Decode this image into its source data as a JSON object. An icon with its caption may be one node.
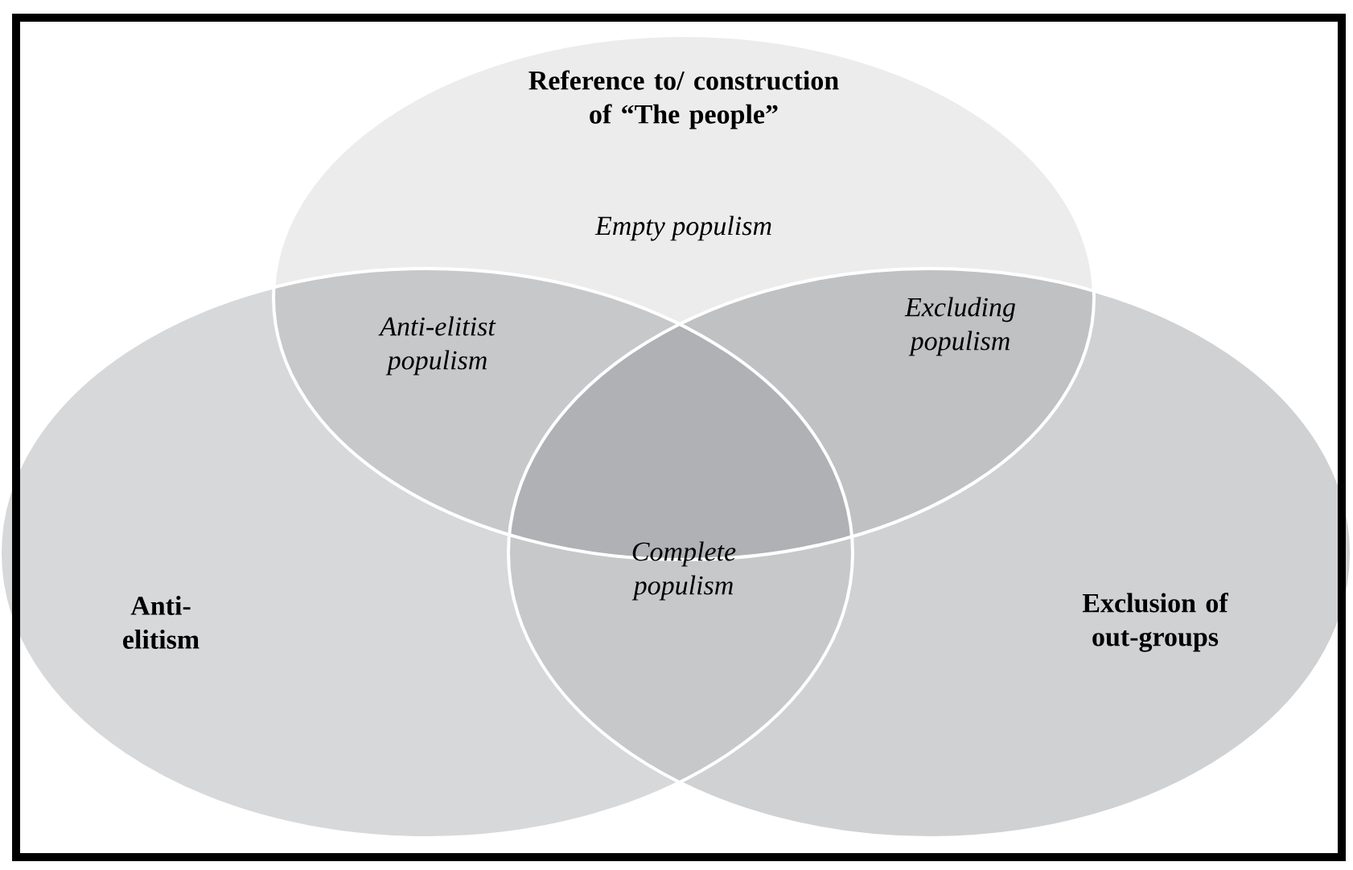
{
  "diagram": {
    "nodes": [
      {
        "text": [
          "Reference to/ construction of “The people”",
          "Empty populism"
        ]
      },
      {
        "text": [
          "Anti-elitism"
        ]
      },
      {
        "text": [
          "Exclusion of out-groups"
        ]
      }
    ],
    "labels": [
      "Anti-elitist populism",
      "Excluding populism",
      "Complete populism"
    ]
  }
}
